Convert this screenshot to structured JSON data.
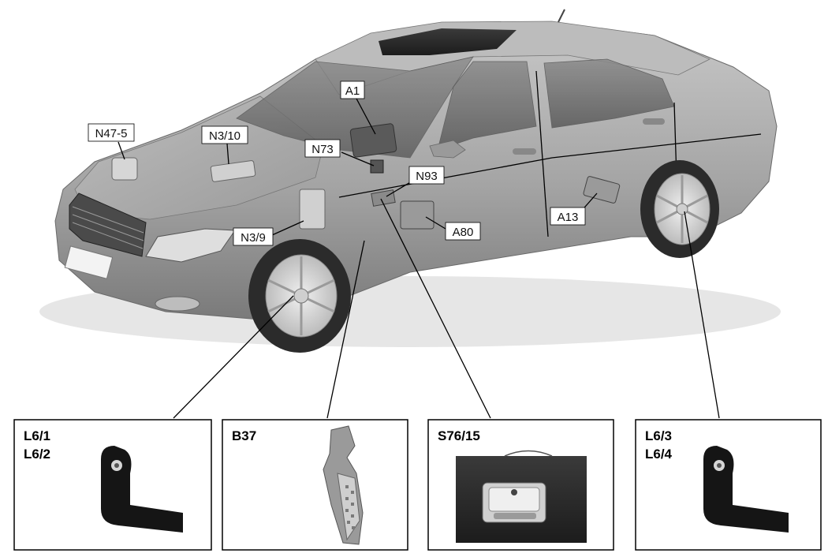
{
  "callouts": {
    "n47_5": "N47-5",
    "n3_10": "N3/10",
    "a1": "A1",
    "n73": "N73",
    "n93": "N93",
    "a80": "A80",
    "a13": "A13",
    "n3_9": "N3/9"
  },
  "detail_boxes": {
    "box1": {
      "line1": "L6/1",
      "line2": "L6/2"
    },
    "box2": {
      "line1": "B37"
    },
    "box3": {
      "line1": "S76/15"
    },
    "box4": {
      "line1": "L6/3",
      "line2": "L6/4"
    }
  },
  "colors": {
    "body": "#a9a9a9",
    "body_dark": "#7d7d7d",
    "body_light": "#cfcfcf",
    "glass": "#5f5f5f",
    "tire": "#2b2b2b",
    "rim": "#d9d9d9",
    "sensor": "#151515"
  }
}
